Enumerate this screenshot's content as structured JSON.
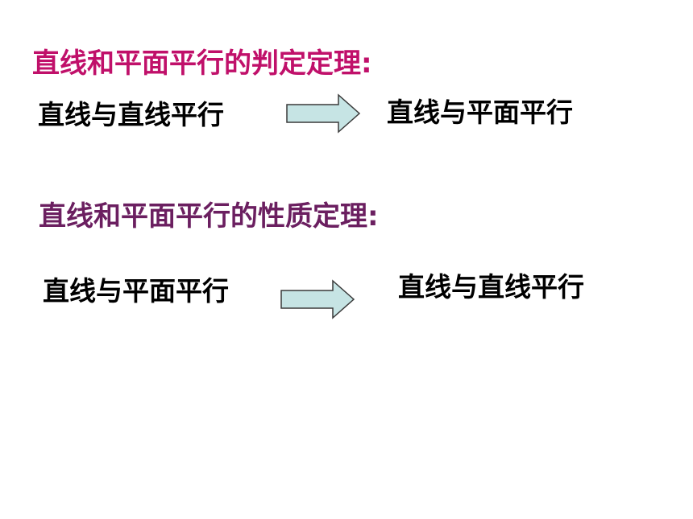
{
  "slide": {
    "accent_color_1": "#c0106a",
    "accent_color_2": "#6b1f60",
    "arrow_fill": "#c6e4e4",
    "arrow_stroke": "#3a3a3a",
    "section1": {
      "title": "直线和平面平行的判定定理:",
      "left_text": "直线与直线平行",
      "arrow_icon": "right-arrow-icon",
      "right_text": "直线与平面平行"
    },
    "section2": {
      "title": "直线和平面平行的性质定理:",
      "left_text": "直线与平面平行",
      "arrow_icon": "right-arrow-icon",
      "right_text": "直线与直线平行"
    }
  }
}
